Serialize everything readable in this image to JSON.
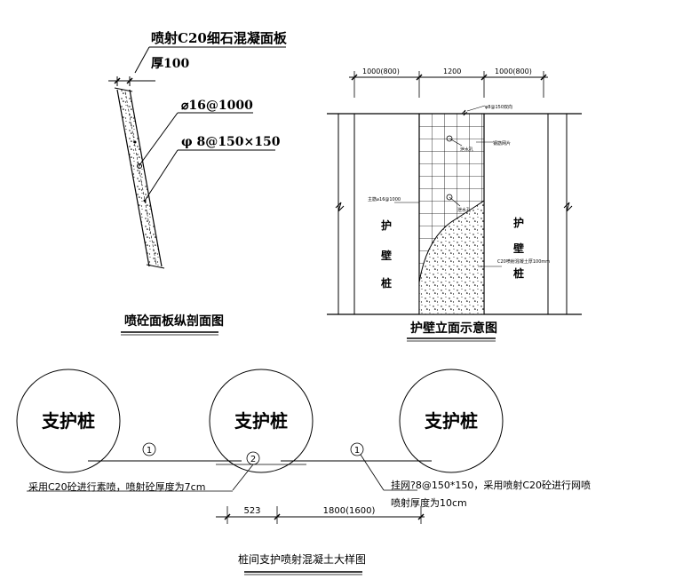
{
  "left_section": {
    "spray_layer_label": "喷射C20细石混凝面板",
    "thickness_label": "厚100",
    "rebar_label_1": "⌀16@1000",
    "rebar_label_2": "φ 8@150×150",
    "title": "喷砼面板纵剖面图"
  },
  "right_section": {
    "dim_left": "1000(800)",
    "dim_middle": "1200",
    "dim_right": "1000(800)",
    "note_top": "φ8@150双向",
    "note_mesh": "钢筋网片",
    "note_hole_1": "泄水孔",
    "note_hole_2": "泄水孔",
    "note_main_bar": "主筋⌀16@1000",
    "note_concrete": "C20喷射混凝土厚100mm",
    "pile_left": [
      "护",
      "壁",
      "桩"
    ],
    "pile_right": [
      "护",
      "壁",
      "桩"
    ],
    "title": "护壁立面示意图"
  },
  "bottom_section": {
    "pile_labels": [
      "支护桩",
      "支护桩",
      "支护桩"
    ],
    "marker_1a": "1",
    "marker_2": "2",
    "marker_1b": "1",
    "note_left": "采用C20砼进行素喷，喷射砼厚度为7cm",
    "note_right_line1": "挂网?8@150*150，采用喷射C20砼进行网喷",
    "note_right_line2": "喷射厚度为10cm",
    "dim_small": "523",
    "dim_large": "1800(1600)",
    "title": "桩间支护喷射混凝土大样图"
  }
}
